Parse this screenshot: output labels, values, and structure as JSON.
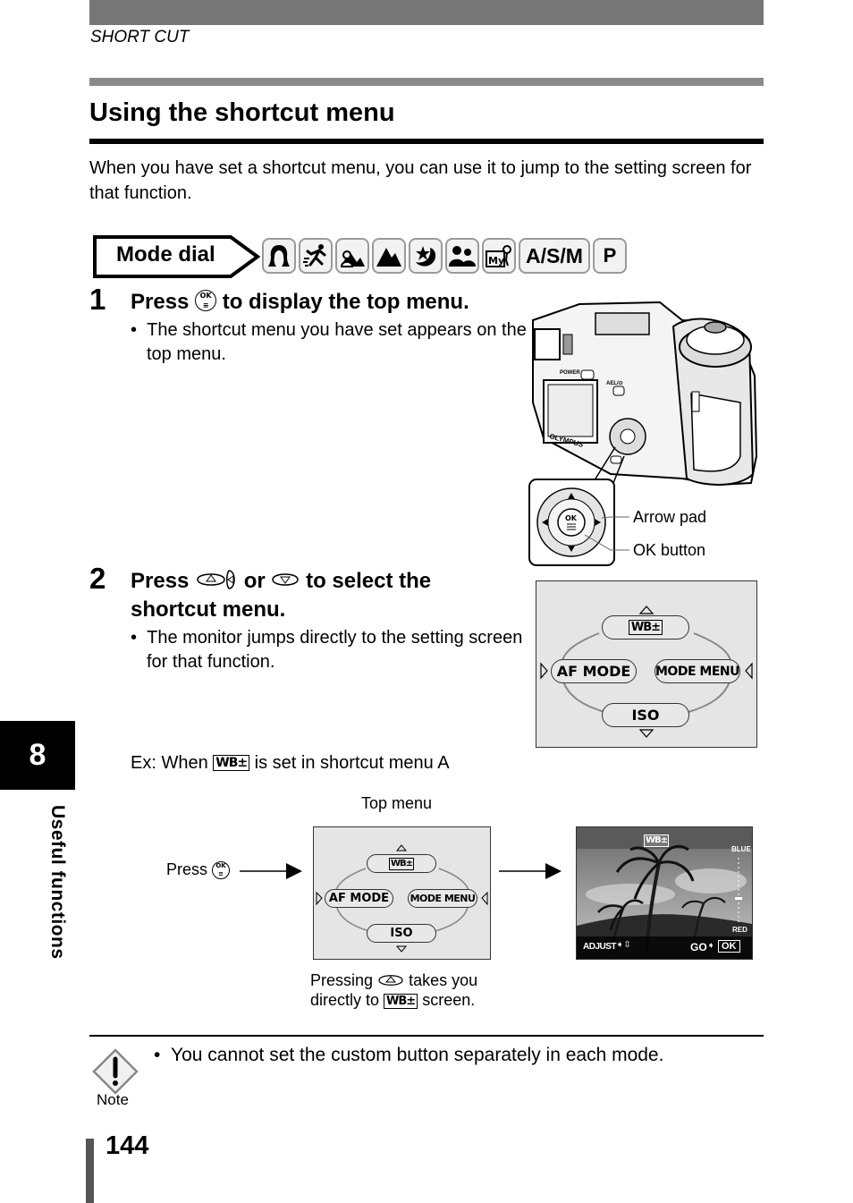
{
  "header": {
    "section": "SHORT CUT"
  },
  "title": "Using the shortcut menu",
  "intro": "When you have set a shortcut menu, you can use it to jump to the setting screen for that function.",
  "mode_dial": {
    "label": "Mode dial",
    "modes": [
      "portrait-icon",
      "sports-icon",
      "landscape-portrait-icon",
      "landscape-icon",
      "night-scene-icon",
      "self-portrait-icon",
      "my-mode-icon",
      "A/S/M",
      "P"
    ]
  },
  "step1": {
    "number": "1",
    "head_pre": "Press",
    "head_post": "to display the top menu.",
    "bullet": "The shortcut menu you have set appears on the top menu.",
    "callouts": {
      "arrow_pad": "Arrow pad",
      "ok_button": "OK button"
    },
    "camera_labels": {
      "power": "POWER",
      "ael": "AEL/⊙",
      "brand": "OLYMPUS"
    }
  },
  "step2": {
    "number": "2",
    "head_pre": "Press",
    "head_or": "or",
    "head_post": "to select the",
    "head_line2": "shortcut menu.",
    "bullet": "The monitor jumps directly to the setting screen for that function."
  },
  "menu": {
    "top": "WB±",
    "left": "AF MODE",
    "right": "MODE MENU",
    "bottom": "ISO"
  },
  "example": {
    "pre": "Ex: When",
    "wb": "WB±",
    "post": "is set in shortcut menu A",
    "top_menu_label": "Top menu",
    "press_label": "Press",
    "ok_text": "OK",
    "pressing_pre": "Pressing",
    "pressing_mid": "takes you",
    "directly_pre": "directly to",
    "directly_post": "screen."
  },
  "wb_screen": {
    "wb": "WB±",
    "blue": "BLUE",
    "red": "RED",
    "adjust": "ADJUST",
    "go": "GO",
    "ok": "OK"
  },
  "side_tab": {
    "number": "8",
    "text": "Useful functions"
  },
  "note": {
    "label": "Note",
    "text": "You cannot set the custom button separately in each mode."
  },
  "page_number": "144"
}
